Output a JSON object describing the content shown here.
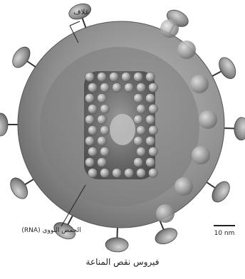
{
  "diagram": {
    "labels": {
      "envelope": "غلاف",
      "nucleic_acid": "الحمض النووي (RNA)",
      "scale": "10 nm",
      "caption": "فيروس نقص المناعة"
    },
    "colors": {
      "background": "#ffffff",
      "envelope": "#8c8c8c",
      "envelope_light": "#b3b3b3",
      "inner_region": "#7a7a7a",
      "core_fill": "#5a5a5a",
      "capsomere": "#9d9d9d",
      "spike_fill": "#8f8f8f",
      "line": "#333333"
    },
    "icons": [
      "virus-envelope",
      "glycoprotein-spike",
      "capsid-core",
      "rna-strand"
    ]
  }
}
